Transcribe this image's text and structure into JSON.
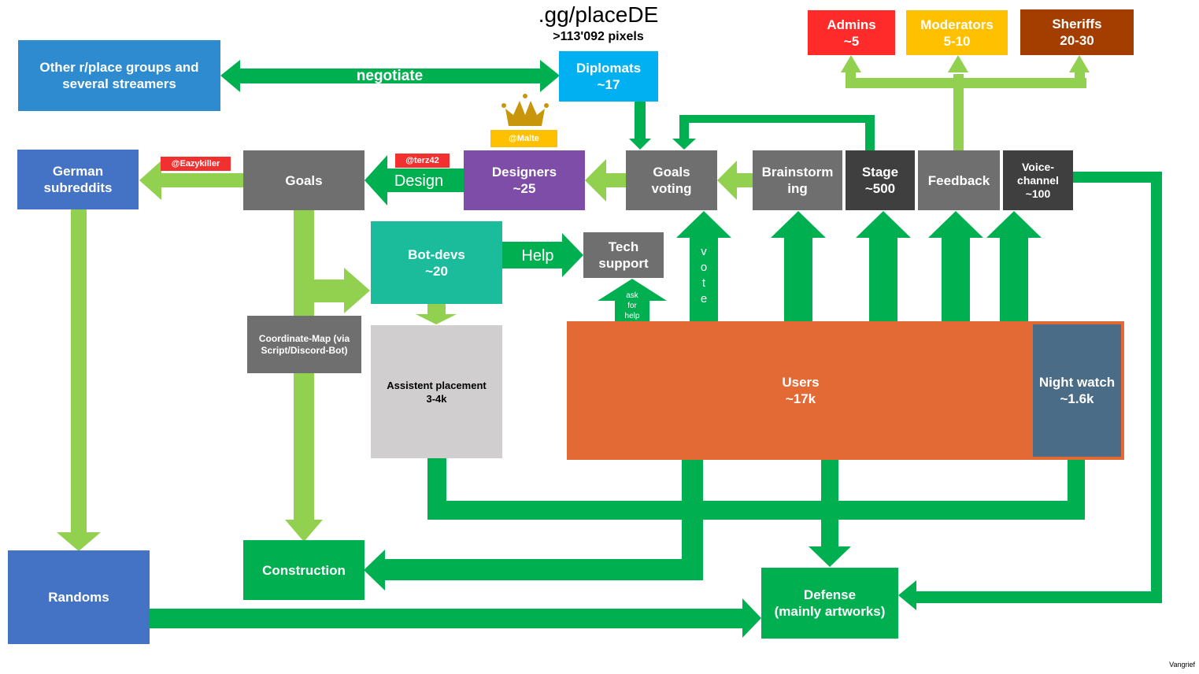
{
  "header": {
    "title": ".gg/placeDE",
    "subtitle": ">113'092 pixels"
  },
  "colors": {
    "green": "#00b050",
    "light_green": "#92d050",
    "gray": "#6f6f6f",
    "dark_gray": "#3f3f3f",
    "blue": "#4472c4",
    "sky": "#00b0f0",
    "mid_blue": "#2e8bd0",
    "purple": "#7d4da8",
    "teal": "#1abc9c",
    "light_gray": "#d0cece",
    "orange": "#e46a35",
    "slate": "#4a6c86",
    "admin_red": "#ff2a2a",
    "mod_yellow": "#ffc000",
    "sheriff_brown": "#a33d00",
    "tag_red": "#f23030",
    "gold": "#c8960a"
  },
  "nodes": {
    "admins": [
      "Admins",
      "~5"
    ],
    "moderators": [
      "Moderators",
      "5-10"
    ],
    "sheriffs": [
      "Sheriffs",
      "20-30"
    ],
    "other_groups": [
      "Other r/place groups and",
      "several streamers"
    ],
    "diplomats": [
      "Diplomats",
      "~17"
    ],
    "german_subreddits": [
      "German",
      "subreddits"
    ],
    "goals": [
      "Goals"
    ],
    "designers": [
      "Designers",
      "~25"
    ],
    "goals_voting": [
      "Goals",
      "voting"
    ],
    "brainstorming": [
      "Brainstorm",
      "ing"
    ],
    "stage": [
      "Stage",
      "~500"
    ],
    "feedback": [
      "Feedback"
    ],
    "voice_channel": [
      "Voice-",
      "channel",
      "~100"
    ],
    "bot_devs": [
      "Bot-devs",
      "~20"
    ],
    "tech_support": [
      "Tech",
      "support"
    ],
    "coordinate_map": [
      "Coordinate-Map (via",
      "Script/Discord-Bot)"
    ],
    "assistent_placement": [
      "Assistent placement",
      "3-4k"
    ],
    "users": [
      "Users",
      "~17k"
    ],
    "night_watch": [
      "Night watch",
      "~1.6k"
    ],
    "randoms": [
      "Randoms"
    ],
    "construction": [
      "Construction"
    ],
    "defense": [
      "Defense",
      "(mainly artworks)"
    ]
  },
  "tags": {
    "eazykiller": "@Eazykiller",
    "terz42": "@terz42",
    "malte": "@Malte"
  },
  "arrow_labels": {
    "negotiate": "negotiate",
    "design": "Design",
    "help": "Help",
    "vote": [
      "v",
      "o",
      "t",
      "e"
    ],
    "ask_for_help": [
      "ask",
      "for",
      "help"
    ]
  },
  "credit": "Vangrief"
}
